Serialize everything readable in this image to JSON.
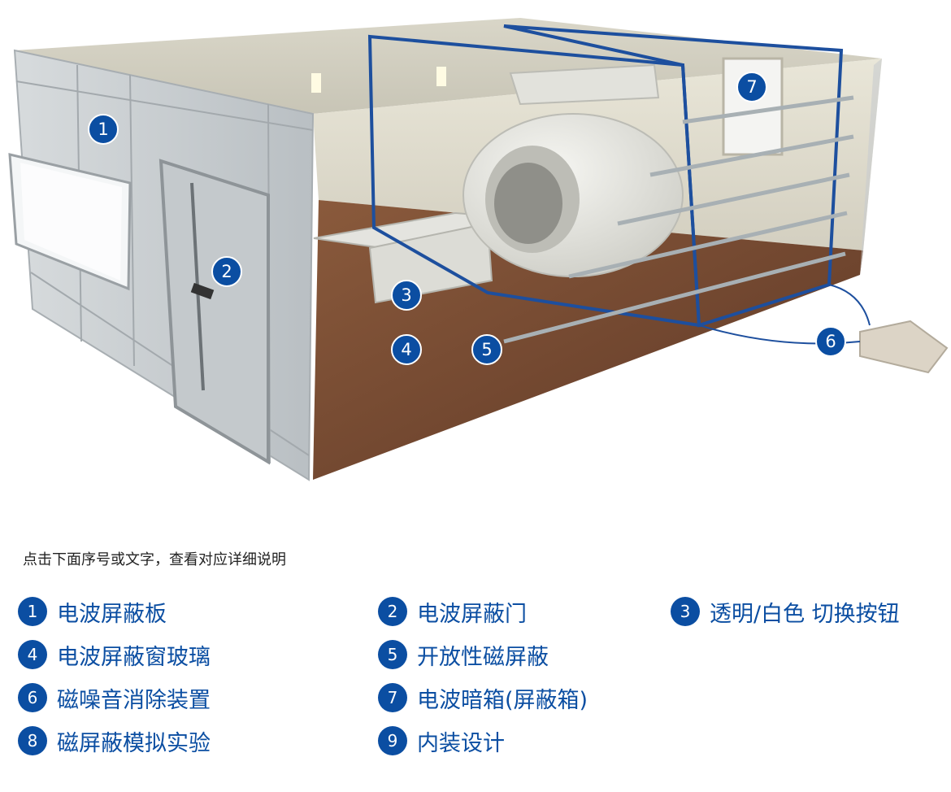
{
  "accent_color": "#0b4ea2",
  "instruction": "点击下面序号或文字，查看对应详细说明",
  "illustration": {
    "icon": "mri-shielding-room-illustration",
    "markers": [
      "1",
      "2",
      "3",
      "4",
      "5",
      "6",
      "7"
    ]
  },
  "legend": [
    {
      "num": "1",
      "label": "电波屏蔽板"
    },
    {
      "num": "2",
      "label": "电波屏蔽门"
    },
    {
      "num": "3",
      "label": "透明/白色 切换按钮"
    },
    {
      "num": "4",
      "label": "电波屏蔽窗玻璃"
    },
    {
      "num": "5",
      "label": "开放性磁屏蔽"
    },
    {
      "num": "6",
      "label": "磁噪音消除装置"
    },
    {
      "num": "7",
      "label": "电波暗箱(屏蔽箱)"
    },
    {
      "num": "8",
      "label": "磁屏蔽模拟实验"
    },
    {
      "num": "9",
      "label": "内装设计"
    }
  ]
}
